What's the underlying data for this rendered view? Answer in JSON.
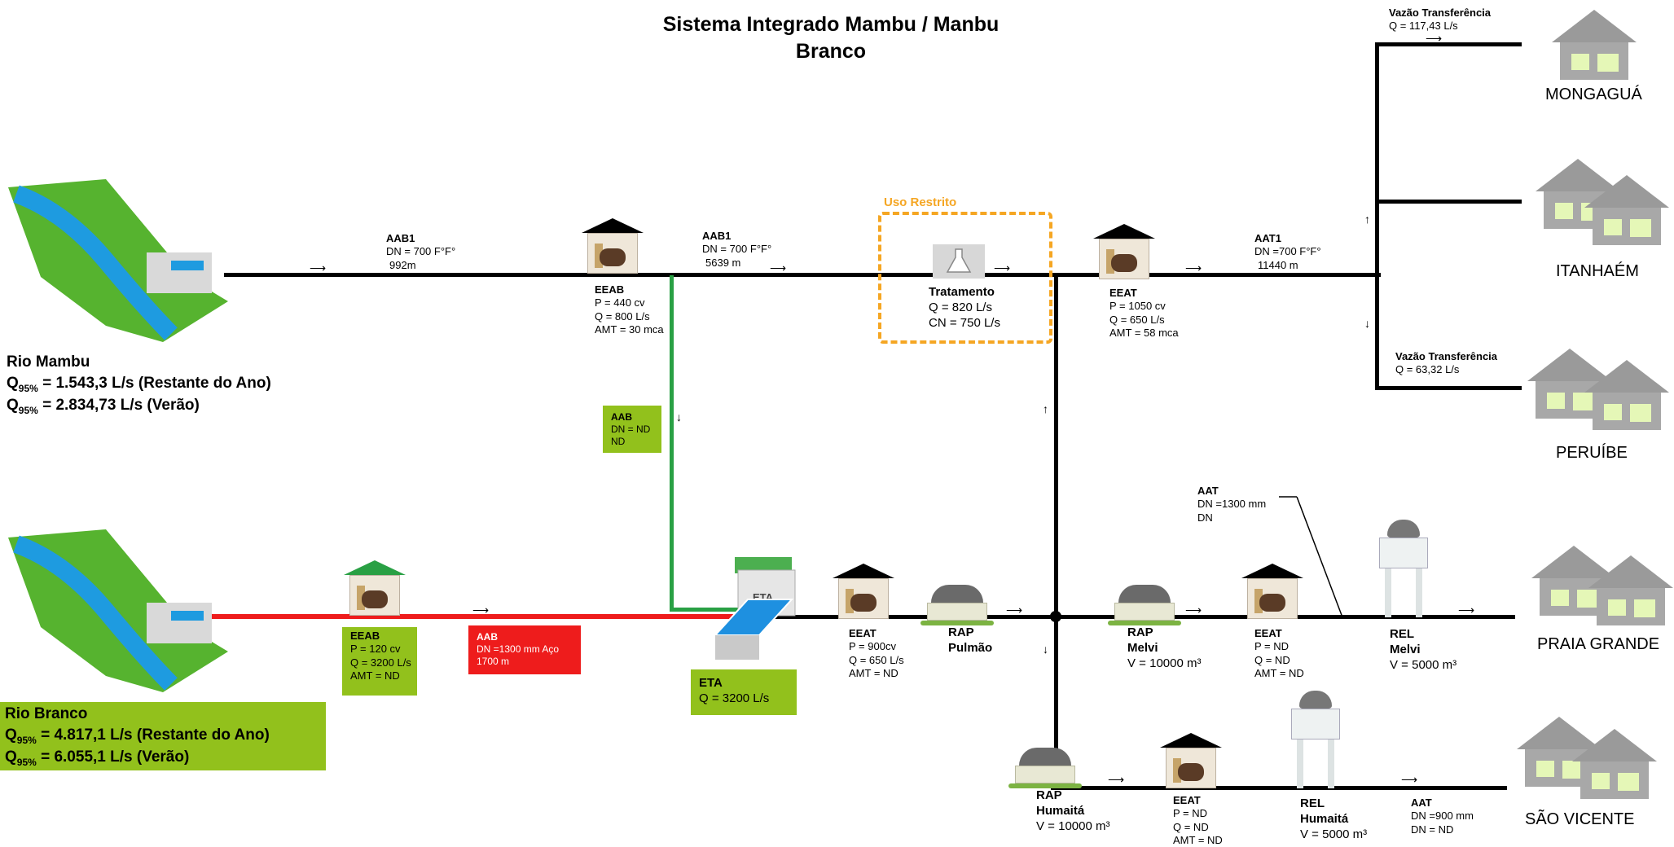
{
  "title": "Sistema Integrado Mambu / Manbu Branco",
  "rivers": {
    "mambu": {
      "name": "Rio Mambu",
      "line1_value": " = 1.543,3 L/s (Restante do Ano)",
      "line2_value": " = 2.834,73 L/s (Verão)"
    },
    "branco": {
      "name": "Rio Branco",
      "line1_value": " = 4.817,1 L/s (Restante do Ano)",
      "line2_value": " = 6.055,1 L/s (Verão)"
    },
    "q_symbol": "Q",
    "q_sub": "95%"
  },
  "pipes": {
    "aab1_a": {
      "name": "AAB1",
      "dn": "DN = 700 F°F°",
      "len": "992m"
    },
    "aab1_b": {
      "name": "AAB1",
      "dn": "DN = 700 F°F°",
      "len": "5639 m"
    },
    "aat1": {
      "name": "AAT1",
      "dn": "DN =700 F°F°",
      "len": "11440 m"
    },
    "aab_green": {
      "name": "AAB",
      "dn": "DN = ND",
      "len": "ND"
    },
    "aab_red": {
      "name": "AAB",
      "dn": "DN =1300 mm Aço",
      "len": "1700 m"
    },
    "aat_mid": {
      "name": "AAT",
      "dn": "DN =1300 mm",
      "len": "DN"
    },
    "aat_bottom": {
      "name": "AAT",
      "dn": "DN =900 mm",
      "len": "DN = ND"
    }
  },
  "transfers": {
    "top": {
      "label": "Vazão Transferência",
      "q": "Q = 117,43 L/s"
    },
    "mid": {
      "label": "Vazão Transferência",
      "q": "Q = 63,32 L/s"
    }
  },
  "stations": {
    "eeab_top": {
      "name": "EEAB",
      "p": "P = 440 cv",
      "q": "Q = 800 L/s",
      "amt": "AMT = 30 mca"
    },
    "eeab_bottom": {
      "name": "EEAB",
      "p": "P = 120 cv",
      "q": "Q = 3200 L/s",
      "amt": "AMT = ND"
    },
    "eeat_top": {
      "name": "EEAT",
      "p": "P = 1050 cv",
      "q": "Q = 650 L/s",
      "amt": "AMT = 58 mca"
    },
    "eeat_eta": {
      "name": "EEAT",
      "p": "P = 900cv",
      "q": "Q = 650 L/s",
      "amt": "AMT = ND"
    },
    "eeat_melvi": {
      "name": "EEAT",
      "p": "P = ND",
      "q": "Q = ND",
      "amt": "AMT = ND"
    },
    "eeat_humaita": {
      "name": "EEAT",
      "p": "P = ND",
      "q": "Q = ND",
      "amt": "AMT = ND"
    }
  },
  "treatment": {
    "restricted": "Uso Restrito",
    "name": "Tratamento",
    "q": "Q = 820 L/s",
    "cn": "CN = 750 L/s"
  },
  "eta": {
    "name": "ETA",
    "q": "Q = 3200 L/s",
    "icon_label": "ETA"
  },
  "reservoirs": {
    "rap_pulmao": {
      "l1": "RAP",
      "l2": "Pulmão"
    },
    "rap_melvi": {
      "l1": "RAP",
      "l2": "Melvi",
      "v": "V = 10000 m³"
    },
    "rap_humaita": {
      "l1": "RAP",
      "l2": "Humaitá",
      "v": "V = 10000 m³"
    },
    "rel_melvi": {
      "l1": "REL",
      "l2": "Melvi",
      "v": "V = 5000 m³"
    },
    "rel_humaita": {
      "l1": "REL",
      "l2": "Humaitá",
      "v": "V = 5000 m³"
    }
  },
  "cities": {
    "mongagua": "MONGAGUÁ",
    "itanhaem": "ITANHAÉM",
    "peruibe": "PERUÍBE",
    "praia_grande": "PRAIA GRANDE",
    "sao_vicente": "SÃO VICENTE"
  },
  "colors": {
    "pipe": "#000000",
    "raw_red": "#ee1c1c",
    "raw_green": "#29a044",
    "label_green": "#92c11c",
    "restricted": "#f5a623"
  }
}
